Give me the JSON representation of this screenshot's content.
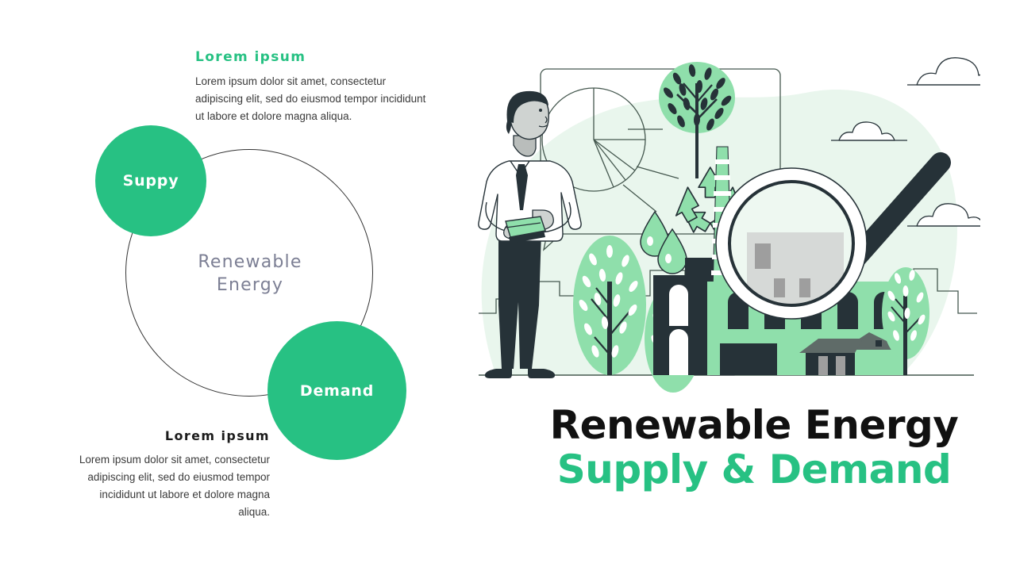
{
  "slide": {
    "background_color": "#ffffff",
    "accent_green": "#27c183",
    "dark_ink": "#263238",
    "light_green": "#8fdfab",
    "pale_green": "#e8f6ec",
    "gray": "#9e9e9e"
  },
  "left": {
    "top_block": {
      "heading": "Lorem ipsum",
      "body": "Lorem ipsum dolor sit amet, consectetur adipiscing elit, sed do eiusmod tempor incididunt ut labore et dolore magna aliqua."
    },
    "bottom_block": {
      "heading": "Lorem ipsum",
      "body": "Lorem ipsum dolor sit amet, consectetur adipiscing elit, sed do eiusmod tempor incididunt ut labore et dolore magna aliqua."
    },
    "diagram": {
      "center_label": "Renewable Energy",
      "center_label_line1": "Renewable",
      "center_label_line2": "Energy",
      "supply_bubble": "Suppy",
      "demand_bubble": "Demand"
    }
  },
  "right": {
    "title_line1": "Renewable Energy",
    "title_line2": "Supply & Demand",
    "illustration": {
      "name": "renewable-energy-analysis-illustration",
      "elements": [
        "speech-bubble-panel",
        "pie-chart",
        "tree",
        "recycle-symbol",
        "water-drops",
        "businessman-with-notebook",
        "factory-building",
        "smokestack",
        "magnifying-glass",
        "clouds",
        "city-skyline",
        "small-house"
      ]
    }
  }
}
